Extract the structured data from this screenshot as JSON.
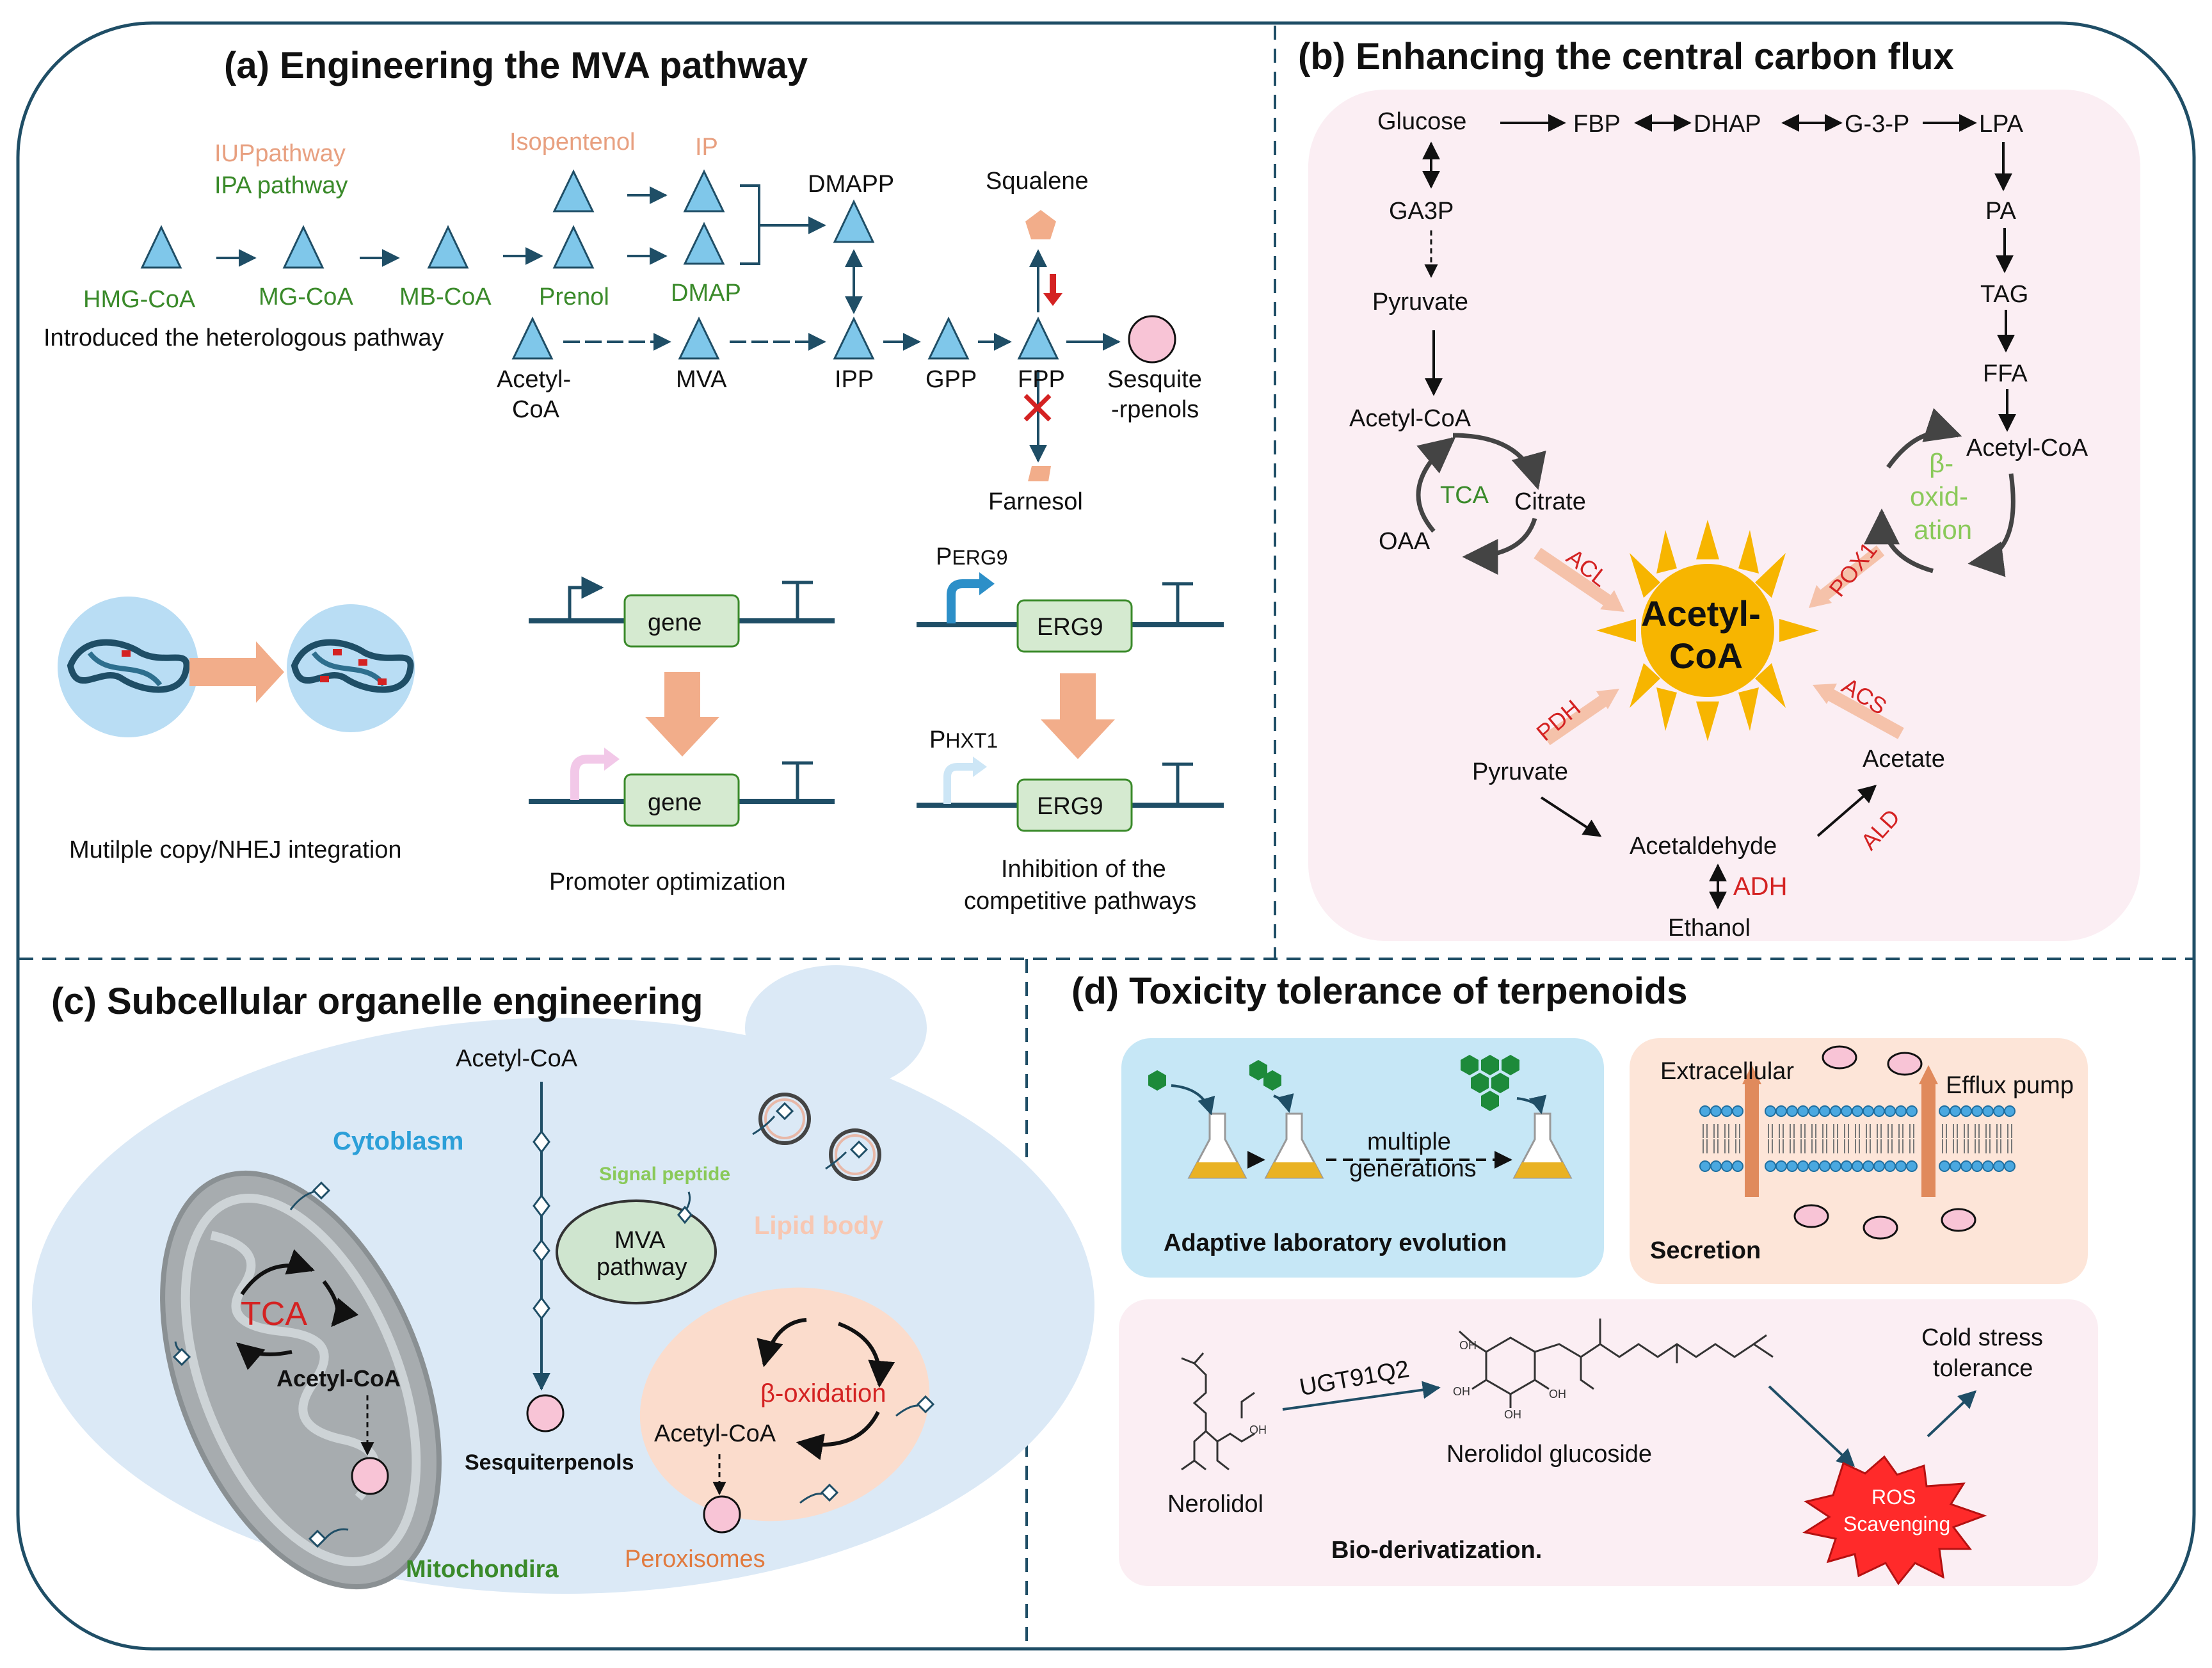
{
  "panels": {
    "a": {
      "title": "(a) Engineering the MVA pathway",
      "iup": "IUPpathway",
      "ipa": "IPA pathway",
      "isopentenol": "Isopentenol",
      "ip": "IP",
      "dmapp": "DMAPP",
      "squalene": "Squalene",
      "hmgcoa": "HMG-CoA",
      "mgcoa": "MG-CoA",
      "mbcoa": "MB-CoA",
      "prenol": "Prenol",
      "dmap": "DMAP",
      "introduced": "Introduced the heterologous pathway",
      "acetyl_1": "Acetyl-",
      "acetyl_2": "CoA",
      "mva": "MVA",
      "ipp": "IPP",
      "gpp": "GPP",
      "fpp": "FPP",
      "sesq_1": "Sesquite",
      "sesq_2": "-rpenols",
      "farnesol": "Farnesol",
      "gene1": "gene",
      "gene2": "gene",
      "perg9_p": "P",
      "perg9_sub": "ERG9",
      "phxt1_p": "P",
      "phxt1_sub": "HXT1",
      "erg9_1": "ERG9",
      "erg9_2": "ERG9",
      "multicopy": "Mutilple copy/NHEJ integration",
      "promoter": "Promoter optimization",
      "inhibition_1": "Inhibition of the",
      "inhibition_2": "competitive pathways"
    },
    "b": {
      "title": "(b) Enhancing the central carbon flux",
      "glucose": "Glucose",
      "fbp": "FBP",
      "dhap": "DHAP",
      "g3p": "G-3-P",
      "lpa": "LPA",
      "ga3p": "GA3P",
      "pa": "PA",
      "pyruvate_top": "Pyruvate",
      "tag": "TAG",
      "ffa": "FFA",
      "acetylcoa_left": "Acetyl-CoA",
      "acetylcoa_right": "Acetyl-CoA",
      "tca": "TCA",
      "citrate": "Citrate",
      "oaa": "OAA",
      "beta_1": "β-",
      "beta_2": "oxid-",
      "beta_3": "ation",
      "center_1": "Acetyl-",
      "center_2": "CoA",
      "acl": "ACL",
      "pox1": "POX1",
      "pdh": "PDH",
      "acs": "ACS",
      "ald": "ALD",
      "adh": "ADH",
      "pyruvate_bottom": "Pyruvate",
      "acetate": "Acetate",
      "acetaldehyde": "Acetaldehyde",
      "ethanol": "Ethanol"
    },
    "c": {
      "title": "(c) Subcellular organelle engineering",
      "acetylcoa_top": "Acetyl-CoA",
      "cytoblasm": "Cytoblasm",
      "signal": "Signal peptide",
      "lipid": "Lipid body",
      "mva_1": "MVA",
      "mva_2": "pathway",
      "tca": "TCA",
      "acetylcoa_mito": "Acetyl-CoA",
      "sesquiterpenols": "Sesquiterpenols",
      "beta": "β-oxidation",
      "acetylcoa_perox": "Acetyl-CoA",
      "mitochondira": "Mitochondira",
      "peroxisomes": "Peroxisomes"
    },
    "d": {
      "title": "(d) Toxicity tolerance of terpenoids",
      "multiple": "multiple",
      "generations": "generations",
      "ale": "Adaptive laboratory evolution",
      "extracellular": "Extracellular",
      "efflux": "Efflux pump",
      "secretion": "Secretion",
      "ugt": "UGT91Q2",
      "nerolidol": "Nerolidol",
      "glucoside": "Nerolidol glucoside",
      "cold_1": "Cold stress",
      "cold_2": "tolerance",
      "ros_1": "ROS",
      "ros_2": "Scavenging",
      "bio": "Bio-derivatization.",
      "oh": "OH"
    }
  },
  "colors": {
    "triangle": "#7fc7ea",
    "dark_line": "#1f4e66",
    "green_text": "#3a8a2a",
    "orange_text": "#e8a080",
    "red": "#d42222",
    "sun": "#f7b500",
    "gene_box": "#d5ead0",
    "pink_bg": "#fbeef3",
    "cell_blue": "#dbe9f6",
    "perox_orange": "#fbdccc"
  }
}
